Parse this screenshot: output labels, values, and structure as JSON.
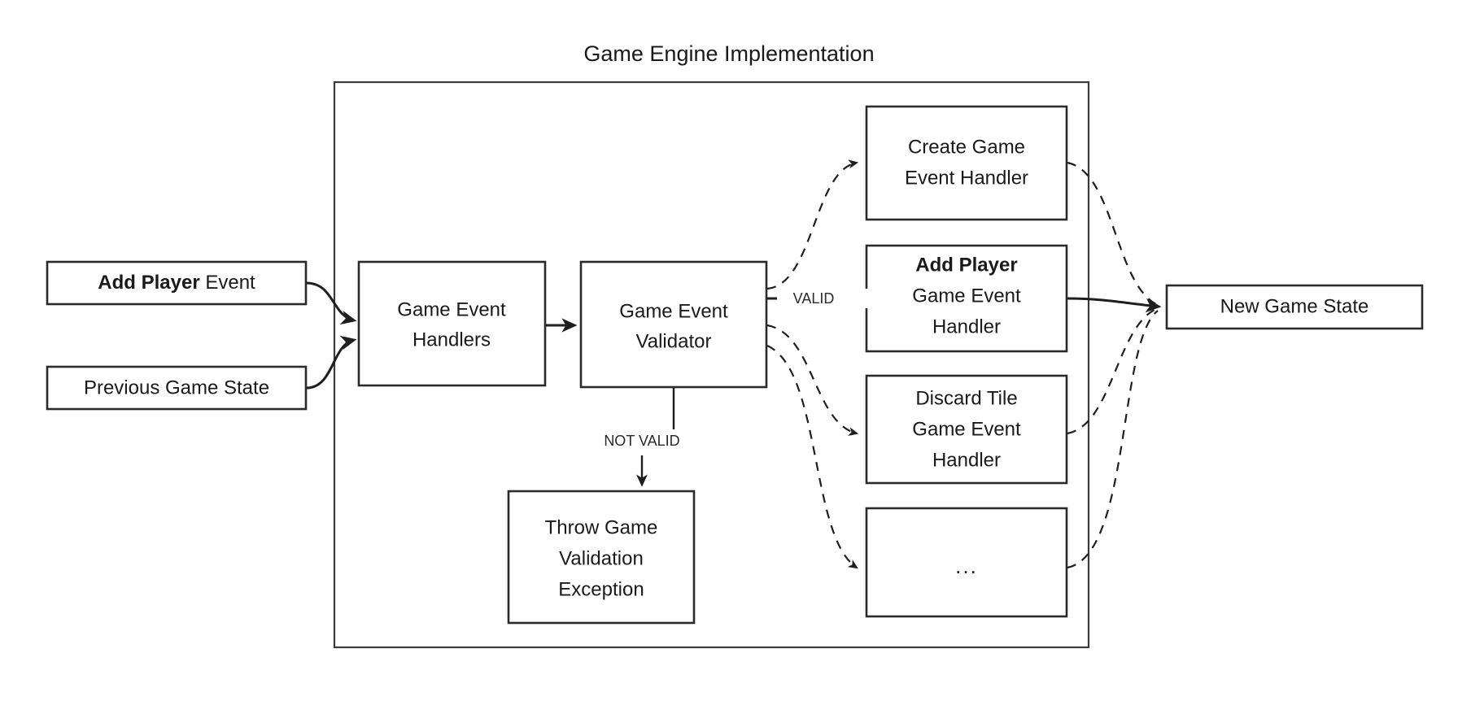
{
  "title": "Game Engine Implementation",
  "colors": {
    "background": "#ffffff",
    "stroke": "#2b2b2b",
    "text": "#1a1a1a",
    "container_stroke": "#3a3a3a"
  },
  "inputs": [
    {
      "id": "add-player-event",
      "bold_part": "Add Player",
      "plain_part": " Event"
    },
    {
      "id": "previous-game-state",
      "label": "Previous Game State"
    }
  ],
  "pipeline": [
    {
      "id": "game-event-handlers",
      "line1": "Game Event",
      "line2": "Handlers"
    },
    {
      "id": "game-event-validator",
      "line1": "Game Event",
      "line2": "Validator"
    }
  ],
  "edge_labels": {
    "valid": "VALID",
    "not_valid": "NOT VALID"
  },
  "exception": {
    "id": "throw-game-validation-exception",
    "line1": "Throw Game",
    "line2": "Validation",
    "line3": "Exception"
  },
  "handlers": [
    {
      "id": "create-game-event-handler",
      "line1": "Create Game",
      "line2": "Event Handler",
      "line3": "",
      "bold_line": ""
    },
    {
      "id": "add-player-game-event-handler",
      "bold_line": "Add Player",
      "line1": "Game Event",
      "line2": "Handler",
      "line3": ""
    },
    {
      "id": "discard-tile-game-event-handler",
      "line1": "Discard Tile",
      "line2": "Game Event",
      "line3": "Handler",
      "bold_line": ""
    },
    {
      "id": "more-handlers",
      "line1": "...",
      "line2": "",
      "line3": "",
      "bold_line": ""
    }
  ],
  "output": {
    "id": "new-game-state",
    "label": "New Game State"
  }
}
